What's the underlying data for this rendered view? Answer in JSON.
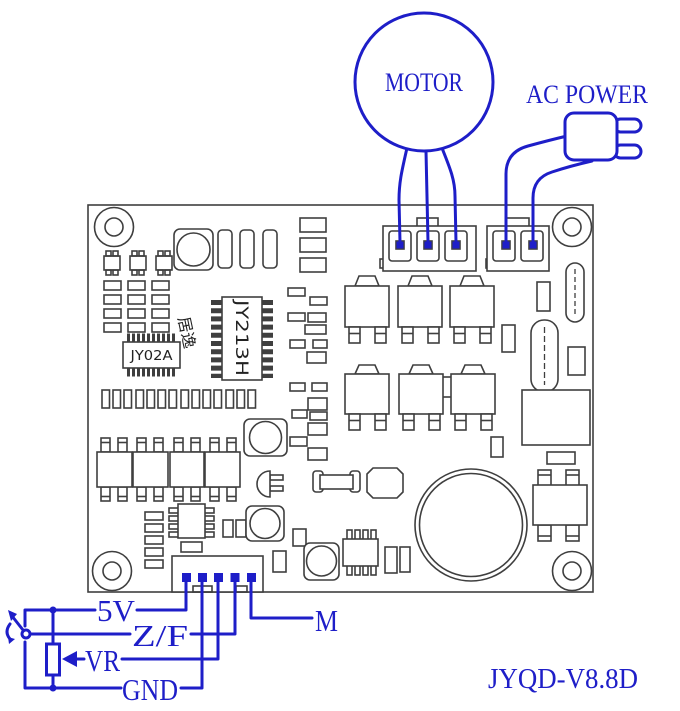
{
  "diagram": {
    "motor_label": "MOTOR",
    "ac_power_label": "AC POWER",
    "version_label": "JYQD-V8.8D",
    "board": {
      "ic_main": "JY213H",
      "ic_driver": "JY02A",
      "stamp": "居逸"
    },
    "signal_labels": {
      "supply": "5V",
      "direction": "Z/F",
      "speed": "VR",
      "ground": "GND",
      "motor": "M"
    },
    "colors": {
      "wire_blue": "#1e1ec8",
      "board_line": "#3f3f3f"
    }
  }
}
